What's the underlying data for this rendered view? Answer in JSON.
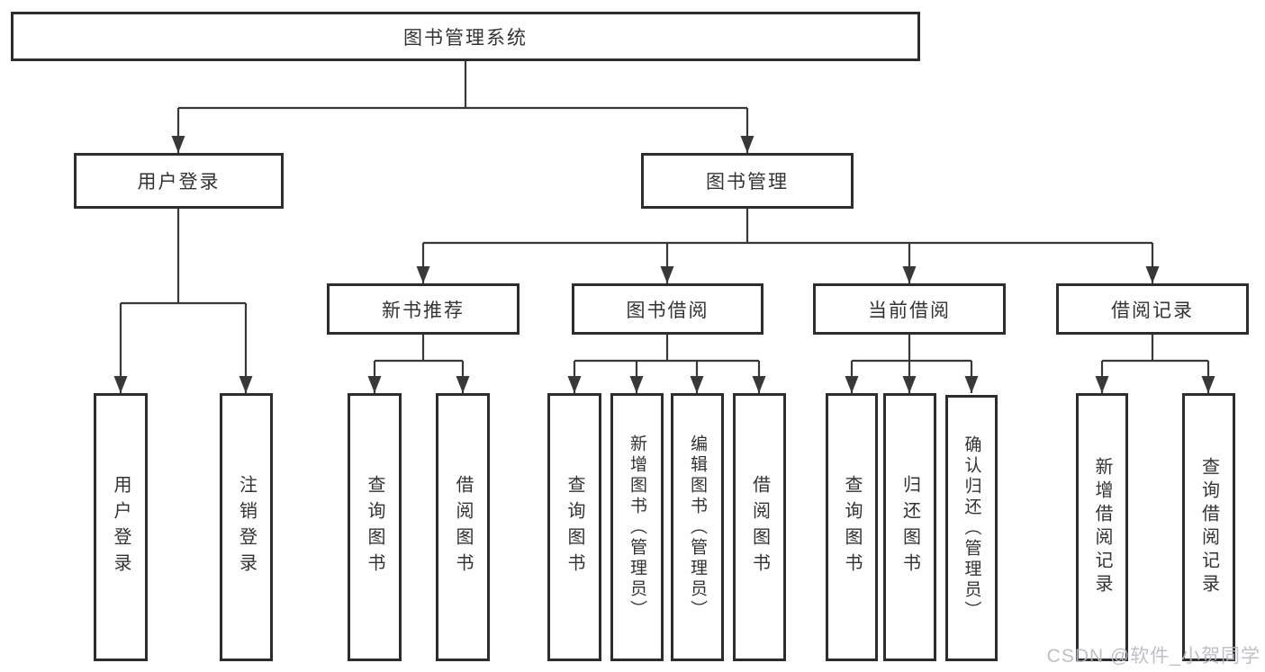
{
  "title": "图书管理系统",
  "level2": [
    "用户登录",
    "图书管理"
  ],
  "level3": [
    "新书推荐",
    "图书借阅",
    "当前借阅",
    "借阅记录"
  ],
  "leaves": {
    "user_login": [
      "用户登录",
      "注销登录"
    ],
    "new_book_recommend": [
      "查询图书",
      "借阅图书"
    ],
    "book_borrow": [
      "查询图书",
      "新增图书（管理员）",
      "编辑图书（管理员）",
      "借阅图书"
    ],
    "current_borrow": [
      "查询图书",
      "归还图书",
      "确认归还（管理员）"
    ],
    "borrow_records": [
      "新增借阅记录",
      "查询借阅记录"
    ]
  },
  "watermark": "CSDN @软件_小贺同学",
  "colors": {
    "line": "#383838",
    "box_border": "#2d2d2d",
    "text": "#333333",
    "background": "#ffffff",
    "watermark": "#b7bac0"
  }
}
